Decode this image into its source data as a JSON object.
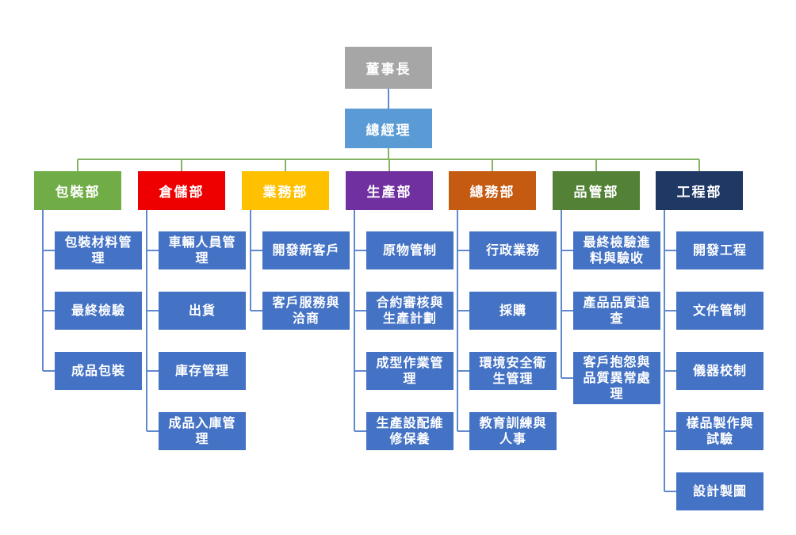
{
  "chart": {
    "type": "org-chart",
    "root": {
      "label": "董事長"
    },
    "executive": {
      "label": "總經理"
    },
    "departments": [
      {
        "label": "包裝部",
        "fill": "#70AD47",
        "children": [
          "包裝材料管理",
          "最終檢驗",
          "成品包裝"
        ]
      },
      {
        "label": "倉儲部",
        "fill": "#EE0000",
        "children": [
          "車輛人員管理",
          "出貨",
          "庫存管理",
          "成品入庫管理"
        ]
      },
      {
        "label": "業務部",
        "fill": "#FFC000",
        "children": [
          "開發新客戶",
          "客戶服務與洽商"
        ]
      },
      {
        "label": "生產部",
        "fill": "#7030A0",
        "children": [
          "原物管制",
          "合約審核與生產計劃",
          "成型作業管理",
          "生產設配維修保養"
        ]
      },
      {
        "label": "總務部",
        "fill": "#C55A11",
        "children": [
          "行政業務",
          "採購",
          "環境安全衛生管理",
          "教育訓練與人事"
        ]
      },
      {
        "label": "品管部",
        "fill": "#538135",
        "children": [
          "最終檢驗進料與驗收",
          "產品品質追查",
          "客戶抱怨與品質異常處理"
        ]
      },
      {
        "label": "工程部",
        "fill": "#1F3864",
        "children": [
          "開發工程",
          "文件管制",
          "儀器校制",
          "樣品製作與試驗",
          "設計製圖"
        ]
      }
    ],
    "colors": {
      "background": "#FFFFFF",
      "root_fill": "#A6A6A6",
      "executive_fill": "#5B9BD5",
      "child_fill": "#4472C4",
      "text": "#FFFFFF",
      "connector_green": "#84B361",
      "connector_blue": "#6089CE"
    }
  }
}
